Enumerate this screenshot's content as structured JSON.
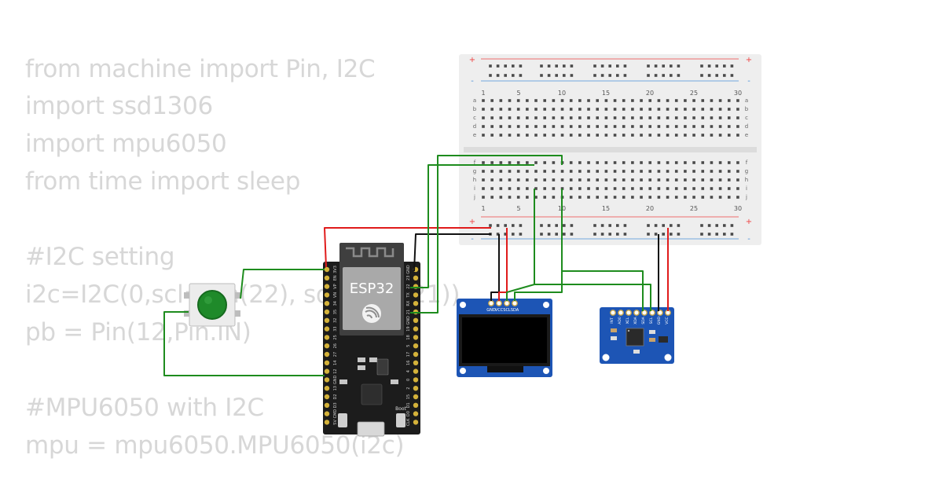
{
  "code": {
    "lines": [
      "from machine import Pin, I2C",
      "import ssd1306",
      "import mpu6050",
      "from time import sleep",
      "",
      "#I2C setting",
      "i2c=I2C(0,scl=Pin(22), sda=Pin(21))",
      "pb = Pin(12,Pin.IN)",
      "",
      "#MPU6050 with I2C",
      "mpu = mpu6050.MPU6050(i2c)"
    ]
  },
  "esp32": {
    "label": "ESP32",
    "boot_label": "Boot",
    "left_pins": [
      "3V3",
      "EN",
      "VP",
      "VN",
      "34",
      "35",
      "32",
      "33",
      "25",
      "26",
      "27",
      "14",
      "12",
      "GND",
      "13",
      "D2",
      "D3",
      "CMD",
      "5V"
    ],
    "right_pins": [
      "GND",
      "23",
      "22",
      "TX",
      "RX",
      "21",
      "GND",
      "19",
      "18",
      "5",
      "17",
      "16",
      "4",
      "0",
      "2",
      "15",
      "D1",
      "D0",
      "CLK"
    ]
  },
  "oled": {
    "pins": [
      "GND",
      "VCC",
      "SCL",
      "SDA"
    ]
  },
  "mpu": {
    "pins": [
      "INT",
      "AD0",
      "XCL",
      "XDA",
      "SDA",
      "SCL",
      "GND",
      "VCC"
    ]
  },
  "breadboard": {
    "column_numbers": [
      "1",
      "5",
      "10",
      "15",
      "20",
      "25",
      "30"
    ],
    "row_letters_top": [
      "a",
      "b",
      "c",
      "d",
      "e"
    ],
    "row_letters_bottom": [
      "f",
      "g",
      "h",
      "i",
      "j"
    ],
    "rail_plus": "+",
    "rail_minus": "-"
  },
  "colors": {
    "wire_green": "#1e8c1e",
    "wire_red": "#e01b1b",
    "wire_black": "#111111",
    "code_text": "#d7d7d7",
    "breadboard": "#eeeeee",
    "esp32_board": "#1c1c1c",
    "module_blue": "#1d55b5",
    "button_green": "#1f8a2a"
  }
}
